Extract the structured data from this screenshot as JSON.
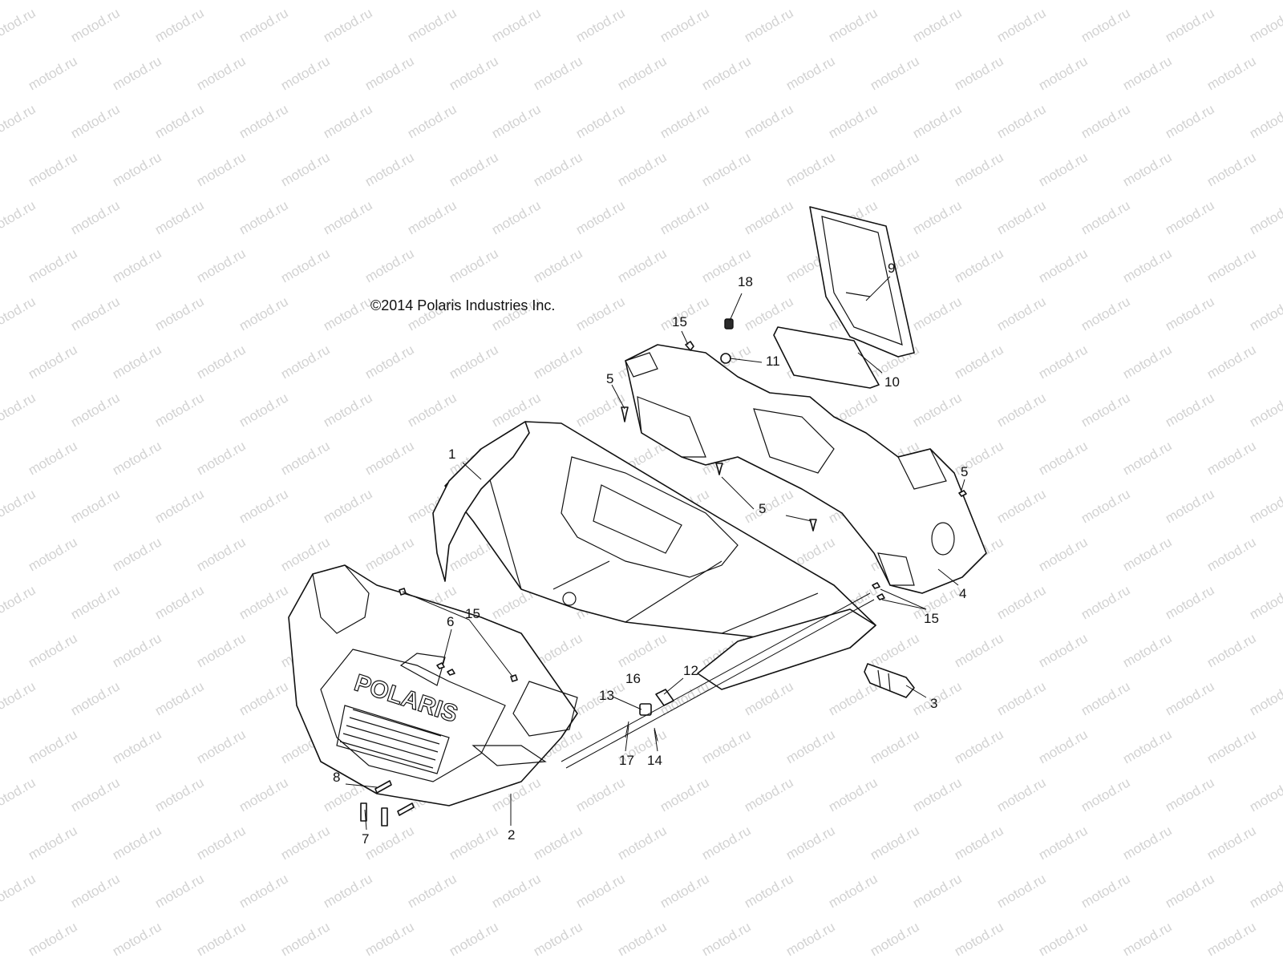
{
  "watermark": {
    "text": "motod.ru"
  },
  "copyright": "©2014 Polaris Industries Inc.",
  "callouts": [
    {
      "id": "1",
      "label": "1"
    },
    {
      "id": "2",
      "label": "2"
    },
    {
      "id": "3",
      "label": "3"
    },
    {
      "id": "4",
      "label": "4"
    },
    {
      "id": "5a",
      "label": "5"
    },
    {
      "id": "5b",
      "label": "5"
    },
    {
      "id": "5c",
      "label": "5"
    },
    {
      "id": "6",
      "label": "6"
    },
    {
      "id": "7",
      "label": "7"
    },
    {
      "id": "8",
      "label": "8"
    },
    {
      "id": "9",
      "label": "9"
    },
    {
      "id": "10",
      "label": "10"
    },
    {
      "id": "11",
      "label": "11"
    },
    {
      "id": "12",
      "label": "12"
    },
    {
      "id": "13",
      "label": "13"
    },
    {
      "id": "14",
      "label": "14"
    },
    {
      "id": "15a",
      "label": "15"
    },
    {
      "id": "15b",
      "label": "15"
    },
    {
      "id": "15c",
      "label": "15"
    },
    {
      "id": "16",
      "label": "16"
    },
    {
      "id": "17",
      "label": "17"
    },
    {
      "id": "18",
      "label": "18"
    }
  ],
  "brand_logo_text": "POLARIS",
  "colors": {
    "line": "#111111",
    "watermark": "#d2d2d2",
    "background": "#ffffff"
  }
}
